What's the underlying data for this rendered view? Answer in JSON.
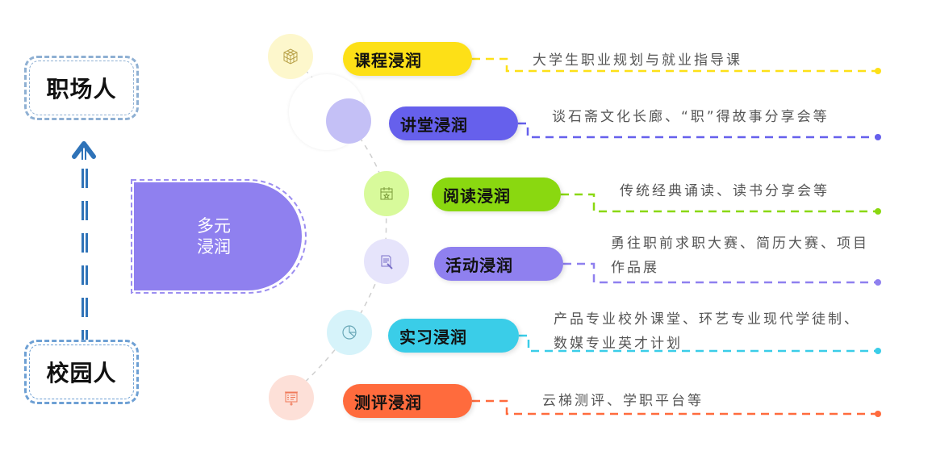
{
  "roles": {
    "top": "职场人",
    "bottom": "校园人"
  },
  "center": {
    "line1": "多元",
    "line2": "浸润",
    "color": "#8f80ef"
  },
  "branches": [
    {
      "label": "课程浸润",
      "desc_lines": [
        "大学生职业规划与就业指导课"
      ],
      "color": "#fde017",
      "icon_bg": "#fdf7cc",
      "icon": "cube-icon"
    },
    {
      "label": "讲堂浸润",
      "desc_lines": [
        "谈石斋文化长廊、“职”得故事分享会等"
      ],
      "color": "#6660ec",
      "icon_bg": "#c4c0f6",
      "icon": "blank-icon"
    },
    {
      "label": "阅读浸润",
      "desc_lines": [
        "传统经典诵读、读书分享会等"
      ],
      "color": "#8ad810",
      "icon_bg": "#d8fa9b",
      "icon": "calendar-star-icon"
    },
    {
      "label": "活动浸润",
      "desc_lines": [
        "勇往职前求职大赛、简历大赛、项目",
        "作品展"
      ],
      "color": "#8f80ef",
      "icon_bg": "#e6e4fb",
      "icon": "document-edit-icon"
    },
    {
      "label": "实习浸润",
      "desc_lines": [
        "产品专业校外课堂、环艺专业现代学徒制、",
        "数媒专业英才计划"
      ],
      "color": "#3acde8",
      "icon_bg": "#d6f3fa",
      "icon": "pie-chart-icon"
    },
    {
      "label": "测评浸润",
      "desc_lines": [
        "云梯测评、学职平台等"
      ],
      "color": "#ff6b3d",
      "icon_bg": "#fde0d8",
      "icon": "presentation-board-icon"
    }
  ]
}
